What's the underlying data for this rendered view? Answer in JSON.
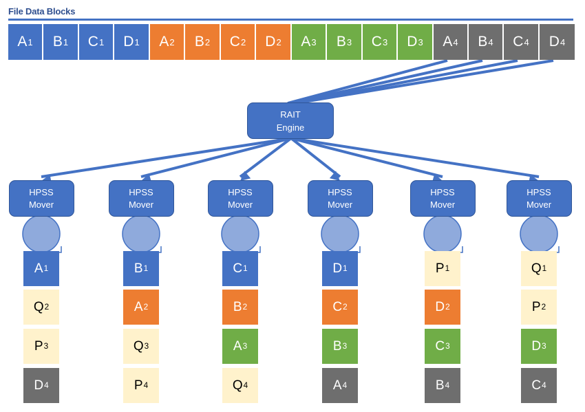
{
  "title": "File Data Blocks",
  "colors": {
    "blue": "#4472c4",
    "orange": "#ed7d31",
    "green": "#70ad47",
    "gray": "#6e6e6e",
    "parity": "#fff2cc",
    "line": "#4472c4"
  },
  "file_blocks": [
    {
      "letter": "A",
      "sub": "1",
      "color": "blue"
    },
    {
      "letter": "B",
      "sub": "1",
      "color": "blue"
    },
    {
      "letter": "C",
      "sub": "1",
      "color": "blue"
    },
    {
      "letter": "D",
      "sub": "1",
      "color": "blue"
    },
    {
      "letter": "A",
      "sub": "2",
      "color": "orange"
    },
    {
      "letter": "B",
      "sub": "2",
      "color": "orange"
    },
    {
      "letter": "C",
      "sub": "2",
      "color": "orange"
    },
    {
      "letter": "D",
      "sub": "2",
      "color": "orange"
    },
    {
      "letter": "A",
      "sub": "3",
      "color": "green"
    },
    {
      "letter": "B",
      "sub": "3",
      "color": "green"
    },
    {
      "letter": "C",
      "sub": "3",
      "color": "green"
    },
    {
      "letter": "D",
      "sub": "3",
      "color": "green"
    },
    {
      "letter": "A",
      "sub": "4",
      "color": "gray"
    },
    {
      "letter": "B",
      "sub": "4",
      "color": "gray"
    },
    {
      "letter": "C",
      "sub": "4",
      "color": "gray"
    },
    {
      "letter": "D",
      "sub": "4",
      "color": "gray"
    }
  ],
  "engine": {
    "line1": "RAIT",
    "line2": "Engine"
  },
  "movers": [
    {
      "line1": "HPSS",
      "line2": "Mover",
      "tape": [
        {
          "letter": "A",
          "sub": "1",
          "color": "blue"
        },
        {
          "letter": "Q",
          "sub": "2",
          "color": "parity"
        },
        {
          "letter": "P",
          "sub": "3",
          "color": "parity"
        },
        {
          "letter": "D",
          "sub": "4",
          "color": "gray"
        }
      ]
    },
    {
      "line1": "HPSS",
      "line2": "Mover",
      "tape": [
        {
          "letter": "B",
          "sub": "1",
          "color": "blue"
        },
        {
          "letter": "A",
          "sub": "2",
          "color": "orange"
        },
        {
          "letter": "Q",
          "sub": "3",
          "color": "parity"
        },
        {
          "letter": "P",
          "sub": "4",
          "color": "parity"
        }
      ]
    },
    {
      "line1": "HPSS",
      "line2": "Mover",
      "tape": [
        {
          "letter": "C",
          "sub": "1",
          "color": "blue"
        },
        {
          "letter": "B",
          "sub": "2",
          "color": "orange"
        },
        {
          "letter": "A",
          "sub": "3",
          "color": "green"
        },
        {
          "letter": "Q",
          "sub": "4",
          "color": "parity"
        }
      ]
    },
    {
      "line1": "HPSS",
      "line2": "Mover",
      "tape": [
        {
          "letter": "D",
          "sub": "1",
          "color": "blue"
        },
        {
          "letter": "C",
          "sub": "2",
          "color": "orange"
        },
        {
          "letter": "B",
          "sub": "3",
          "color": "green"
        },
        {
          "letter": "A",
          "sub": "4",
          "color": "gray"
        }
      ]
    },
    {
      "line1": "HPSS",
      "line2": "Mover",
      "tape": [
        {
          "letter": "P",
          "sub": "1",
          "color": "parity"
        },
        {
          "letter": "D",
          "sub": "2",
          "color": "orange"
        },
        {
          "letter": "C",
          "sub": "3",
          "color": "green"
        },
        {
          "letter": "B",
          "sub": "4",
          "color": "gray"
        }
      ]
    },
    {
      "line1": "HPSS",
      "line2": "Mover",
      "tape": [
        {
          "letter": "Q",
          "sub": "1",
          "color": "parity"
        },
        {
          "letter": "P",
          "sub": "2",
          "color": "parity"
        },
        {
          "letter": "D",
          "sub": "3",
          "color": "green"
        },
        {
          "letter": "C",
          "sub": "4",
          "color": "gray"
        }
      ]
    }
  ]
}
